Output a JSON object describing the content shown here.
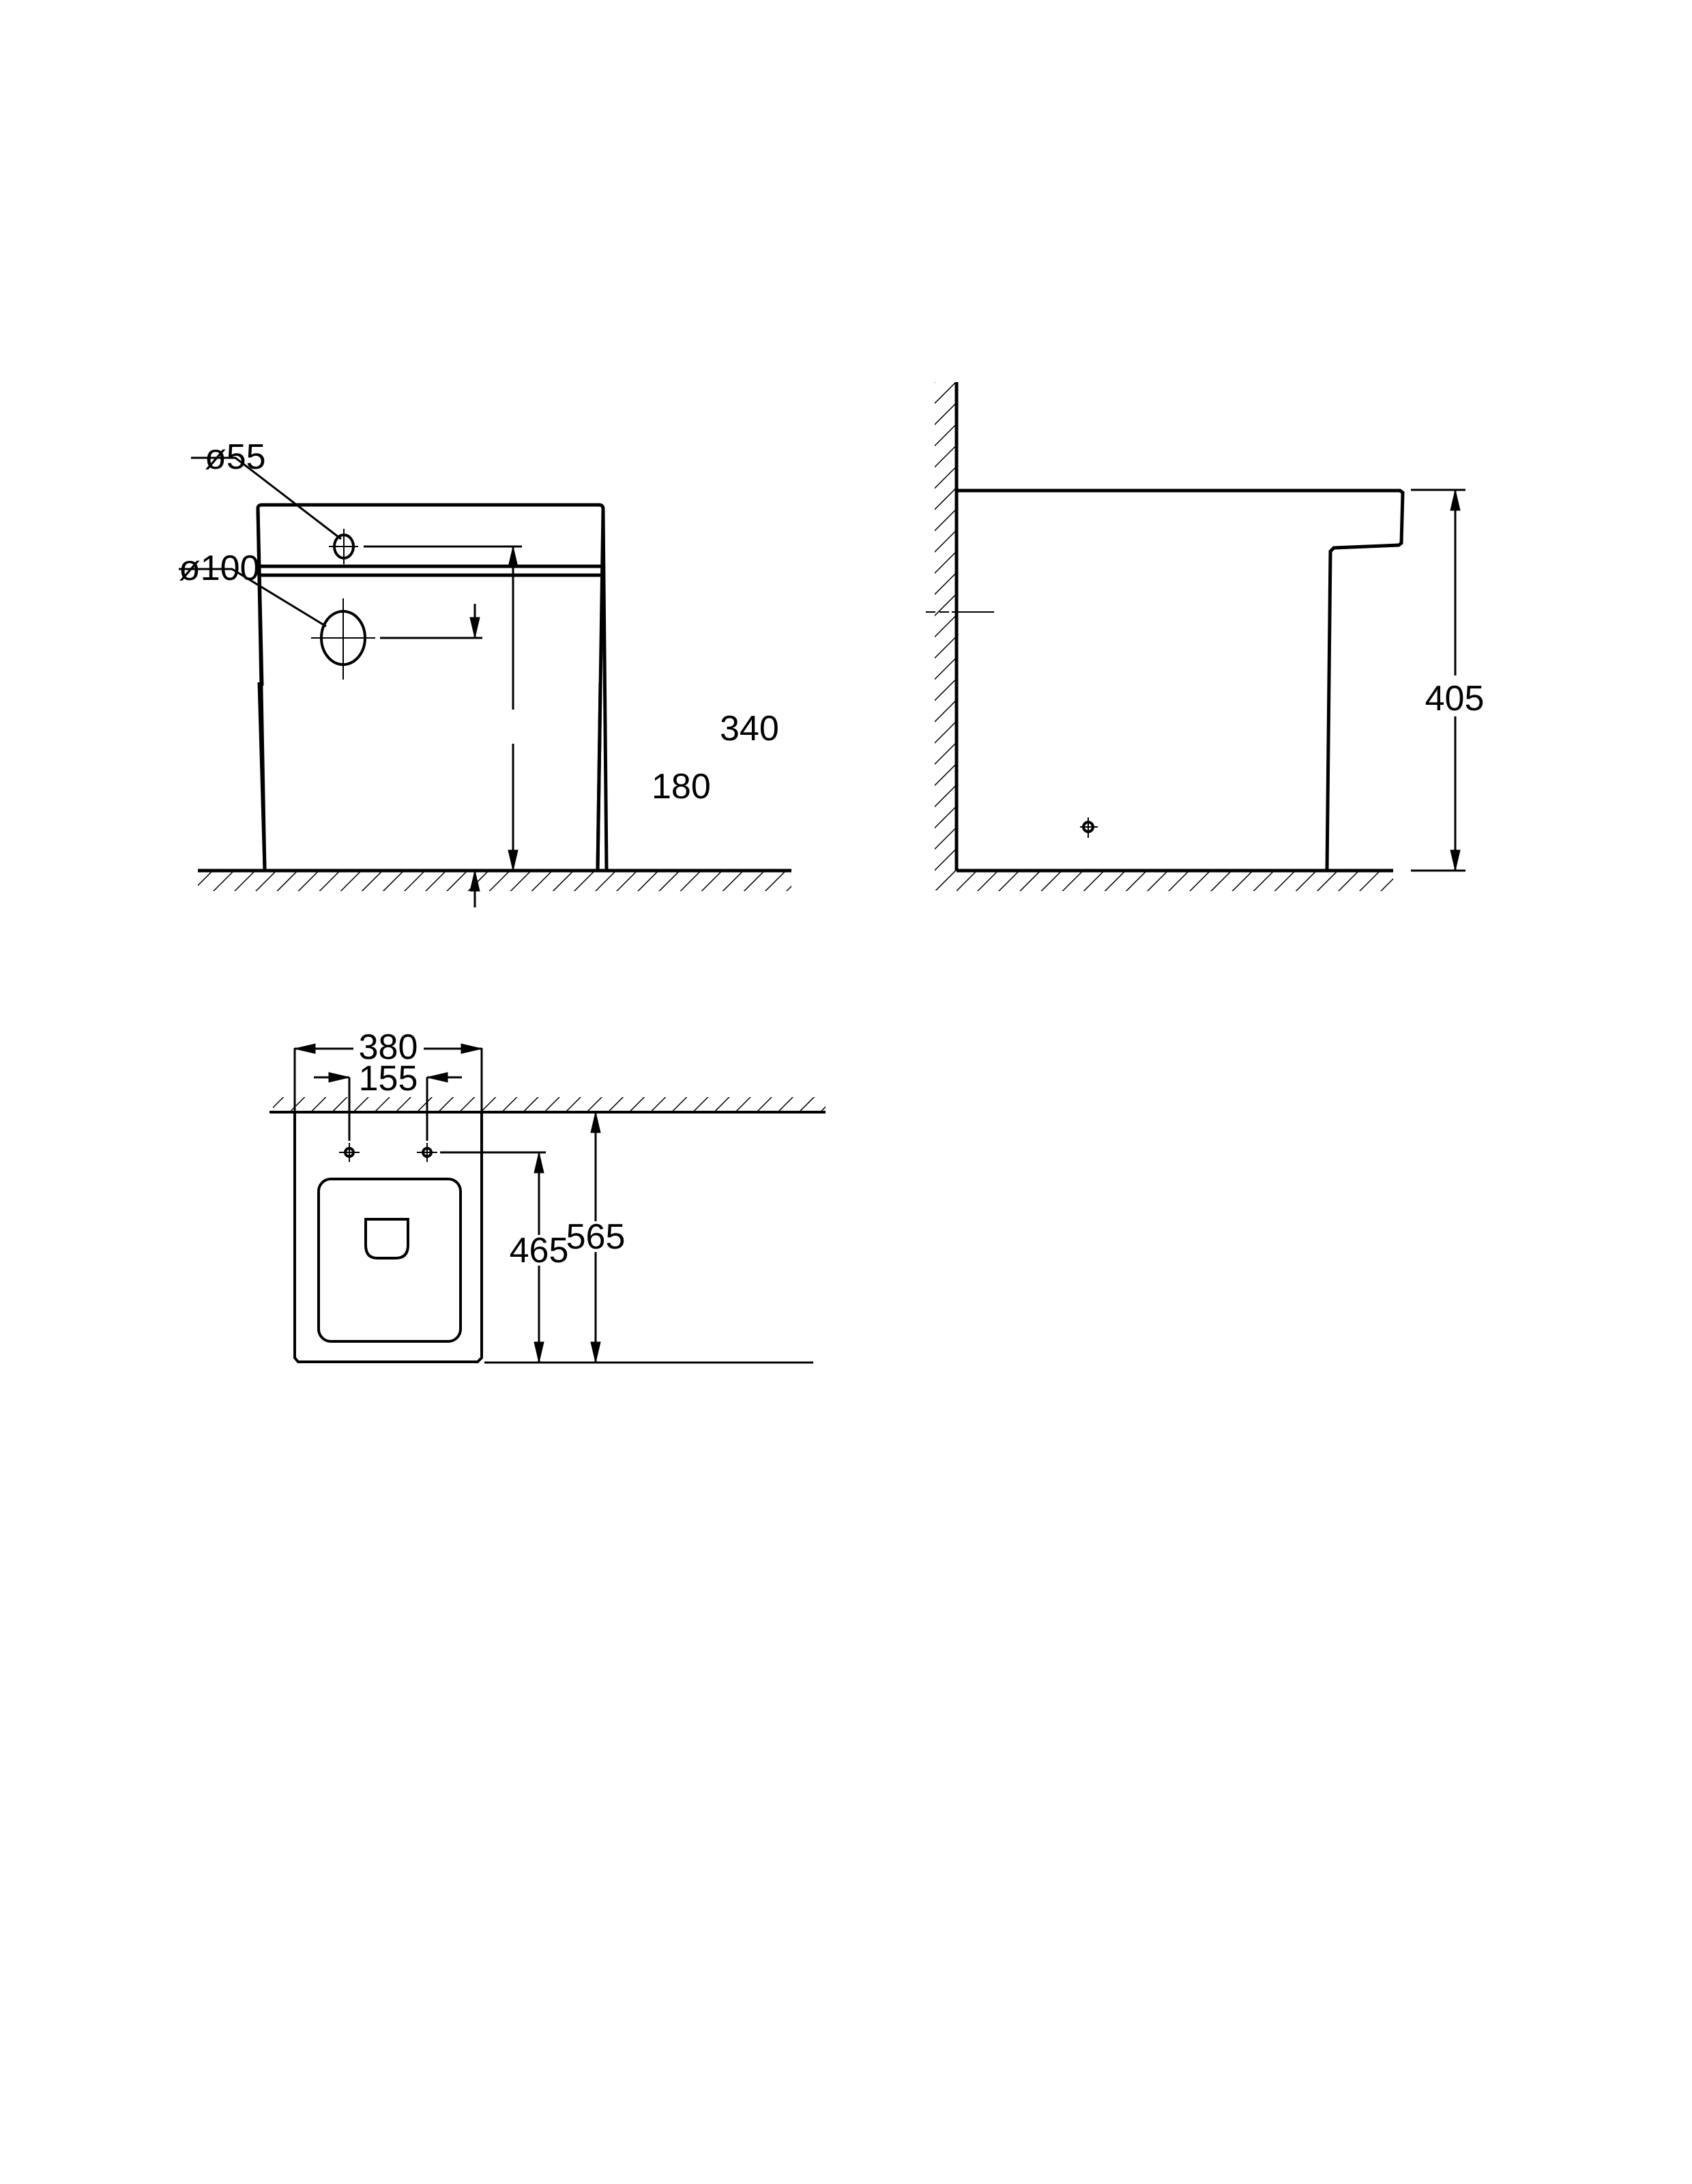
{
  "drawing": {
    "type": "technical dimension drawing",
    "subject": "floor-standing toilet",
    "units": "mm",
    "line_color": "#000000",
    "background": "#ffffff"
  },
  "front_view": {
    "outlet_small_diameter": "ø55",
    "outlet_large_diameter": "ø100",
    "height_small_outlet": "340",
    "height_large_outlet": "180"
  },
  "side_view": {
    "total_height": "405"
  },
  "top_view": {
    "overall_width": "380",
    "fixing_spacing": "155",
    "fixing_to_front": "465",
    "overall_depth": "565"
  }
}
